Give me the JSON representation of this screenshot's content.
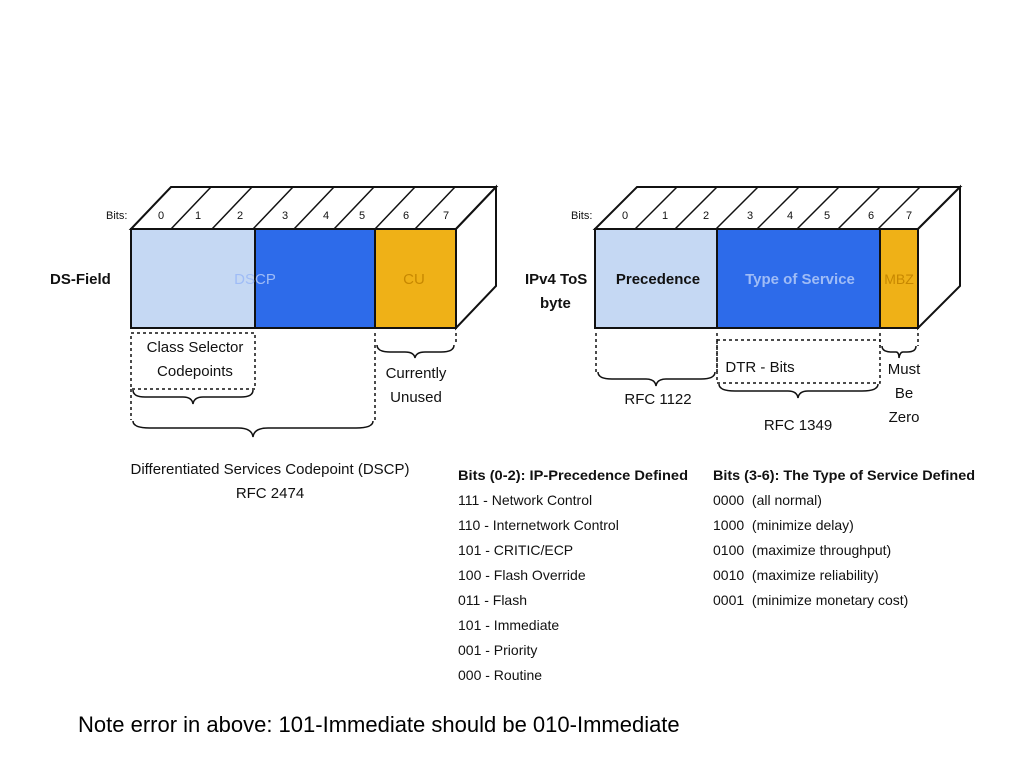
{
  "colors": {
    "light_blue": "#c5d8f3",
    "blue": "#2d6bea",
    "gold": "#efb117",
    "outline": "#111111"
  },
  "ds_field": {
    "row_label": "DS-Field",
    "bits_label": "Bits:",
    "bit_numbers": [
      "0",
      "1",
      "2",
      "3",
      "4",
      "5",
      "6",
      "7"
    ],
    "segments": [
      "DSCP",
      "CU"
    ],
    "class_selector": [
      "Class Selector",
      "Codepoints"
    ],
    "currently_unused": [
      "Currently",
      "Unused"
    ],
    "dscp_caption": [
      "Differentiated Services Codepoint (DSCP)",
      "RFC 2474"
    ]
  },
  "tos_byte": {
    "row_label": [
      "IPv4 ToS",
      "byte"
    ],
    "bits_label": "Bits:",
    "bit_numbers": [
      "0",
      "1",
      "2",
      "3",
      "4",
      "5",
      "6",
      "7"
    ],
    "segments": [
      "Precedence",
      "Type of Service",
      "MBZ"
    ],
    "rfc_1122": "RFC 1122",
    "dtr_bits": "DTR - Bits",
    "rfc_1349": "RFC 1349",
    "must_be_zero": [
      "Must",
      "Be",
      "Zero"
    ]
  },
  "precedence_list": {
    "heading": "Bits (0-2): IP-Precedence Defined",
    "items": [
      "111 - Network Control",
      "110 - Internetwork Control",
      "101 - CRITIC/ECP",
      "100 - Flash Override",
      "011 - Flash",
      "101 - Immediate",
      "001 - Priority",
      "000 - Routine"
    ]
  },
  "tos_list": {
    "heading": "Bits (3-6): The Type of Service Defined",
    "items": [
      "0000  (all normal)",
      "1000  (minimize delay)",
      "0100  (maximize throughput)",
      "0010  (maximize reliability)",
      "0001  (minimize monetary cost)"
    ]
  },
  "note": "Note error in above: 101-Immediate should be 010-Immediate"
}
